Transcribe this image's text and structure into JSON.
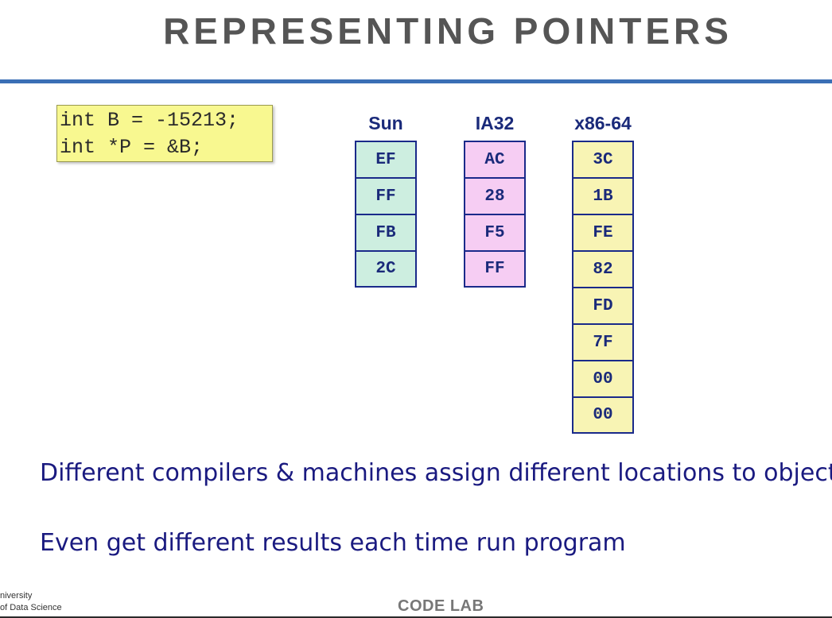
{
  "slide": {
    "title": "REPRESENTING POINTERS",
    "accent_color": "#3a6fb5"
  },
  "code": {
    "lines": [
      "int B = -15213;",
      "int *P = &B;"
    ],
    "background": "#f8f890"
  },
  "machines": [
    {
      "name": "Sun",
      "bytes": [
        "EF",
        "FF",
        "FB",
        "2C"
      ],
      "color": "#cdeee0"
    },
    {
      "name": "IA32",
      "bytes": [
        "AC",
        "28",
        "F5",
        "FF"
      ],
      "color": "#f6cdf3"
    },
    {
      "name": "x86-64",
      "bytes": [
        "3C",
        "1B",
        "FE",
        "82",
        "FD",
        "7F",
        "00",
        "00"
      ],
      "color": "#f8f4b4"
    }
  ],
  "bullets": [
    "Different compilers & machines assign different locations to objects",
    "Even get different results each time run program"
  ],
  "logo": {
    "line1": "niversity",
    "line2": "of Data Science"
  },
  "footer": {
    "label": "CODE LAB"
  }
}
